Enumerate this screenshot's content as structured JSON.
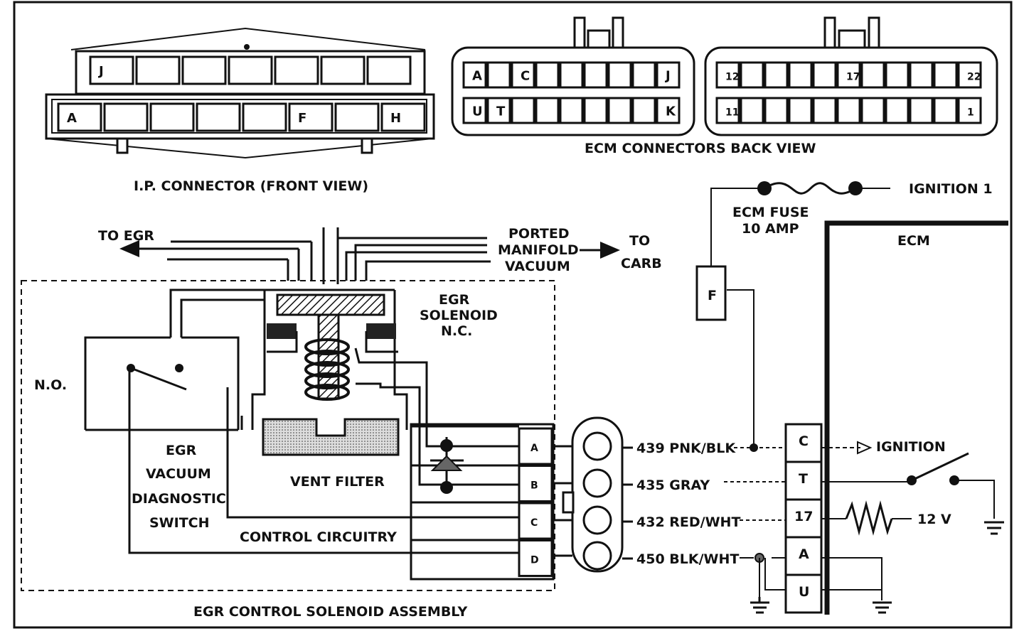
{
  "ip_connector": {
    "title": "I.P. CONNECTOR (FRONT VIEW)",
    "top_row": [
      "J",
      "",
      "",
      "",
      "",
      "",
      ""
    ],
    "bottom_row": [
      "A",
      "",
      "",
      "",
      "",
      "F",
      "",
      "H"
    ]
  },
  "ecm_connectors": {
    "title": "ECM CONNECTORS BACK VIEW",
    "left": {
      "top_row": [
        "A",
        "",
        "C",
        "",
        "",
        "",
        "",
        "",
        "J"
      ],
      "bottom_row": [
        "U",
        "T",
        "",
        "",
        "",
        "",
        "",
        "",
        "K"
      ]
    },
    "right": {
      "top_row": [
        "12",
        "",
        "",
        "",
        "",
        "17",
        "",
        "",
        "",
        "",
        "22"
      ],
      "bottom_row": [
        "11",
        "",
        "",
        "",
        "",
        "",
        "",
        "",
        "",
        "",
        "1"
      ]
    }
  },
  "vacuum": {
    "to_egr": "TO EGR",
    "ported": [
      "PORTED",
      "MANIFOLD",
      "VACUUM"
    ],
    "to_carb": [
      "TO",
      "CARB"
    ]
  },
  "solenoid": {
    "title": [
      "EGR",
      "SOLENOID",
      "N.C."
    ],
    "vent_filter": "VENT FILTER",
    "control_circuitry": "CONTROL CIRCUITRY",
    "assembly_label": "EGR CONTROL SOLENOID ASSEMBLY",
    "terminals": [
      "A",
      "B",
      "C",
      "D"
    ]
  },
  "switch": {
    "no_label": "N.O.",
    "name": [
      "EGR",
      "VACUUM",
      "DIAGNOSTIC",
      "SWITCH"
    ]
  },
  "wires": [
    {
      "circuit": "439 PNK/BLK"
    },
    {
      "circuit": "435 GRAY"
    },
    {
      "circuit": "432 RED/WHT"
    },
    {
      "circuit": "450 BLK/WHT"
    }
  ],
  "power": {
    "ignition1": "IGNITION 1",
    "fuse": [
      "ECM FUSE",
      "10 AMP"
    ],
    "fuse_pin": "F",
    "ecm": "ECM",
    "ignition": "IGNITION",
    "voltage": "12 V"
  },
  "ecm_terminals": [
    "C",
    "T",
    "17",
    "A",
    "U"
  ]
}
